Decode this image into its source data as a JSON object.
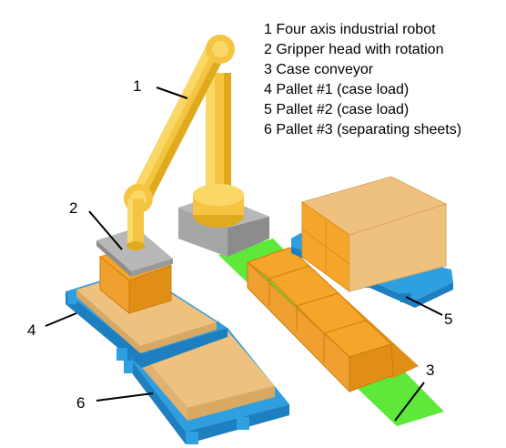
{
  "legend": {
    "items": [
      {
        "number": "1",
        "text": "Four axis industrial robot"
      },
      {
        "number": "2",
        "text": "Gripper head with rotation"
      },
      {
        "number": "3",
        "text": "Case conveyor"
      },
      {
        "number": "4",
        "text": "Pallet #1 (case load)"
      },
      {
        "number": "5",
        "text": "Pallet #2 (case load)"
      },
      {
        "number": "6",
        "text": "Pallet #3 (separating sheets)"
      }
    ]
  },
  "callouts": {
    "robot": "1",
    "gripper": "2",
    "conveyor": "3",
    "pallet_1": "4",
    "pallet_2": "5",
    "pallet_3": "6"
  },
  "colors": {
    "robot_yellow": "#f5c542",
    "robot_yellow_dark": "#e0aa1f",
    "robot_yellow_light": "#f9d868",
    "base_gray": "#a6a6a6",
    "base_gray_dark": "#8c8c8c",
    "base_gray_light": "#c4c4c4",
    "conveyor_green": "#5ee83a",
    "pallet_blue": "#2e9fe0",
    "pallet_blue_dark": "#1e7fc0",
    "case_orange": "#f4a52a",
    "case_orange_dark": "#e08e16",
    "sheet_tan": "#efc17e",
    "sheet_tan_dark": "#d9a862"
  }
}
